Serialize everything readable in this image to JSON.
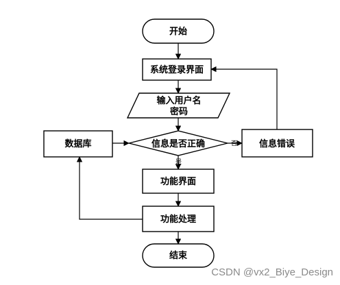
{
  "nodes": {
    "start": "开始",
    "login": "系统登录界面",
    "input_line1": "输入用户名",
    "input_line2": "密码",
    "check": "信息是否正确",
    "error": "信息错误",
    "database": "数据库",
    "function_ui": "功能界面",
    "process": "功能处理",
    "end": "结束"
  },
  "edge_labels": {
    "yes": "是",
    "no": "否"
  },
  "watermark": "CSDN @vx2_Biye_Design"
}
